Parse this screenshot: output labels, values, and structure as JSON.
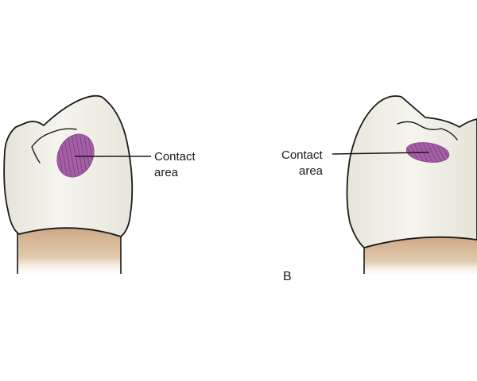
{
  "labels": {
    "left_contact_line1": "Contact",
    "left_contact_line2": "area",
    "right_contact_line1": "Contact",
    "right_contact_line2": "area",
    "panel_letter": "B"
  },
  "colors": {
    "background": "#ffffff",
    "crown": "#f1f0e8",
    "outline": "#1a1a1a",
    "root": "#dcc1a2",
    "contact_fill": "#a45fa6"
  }
}
